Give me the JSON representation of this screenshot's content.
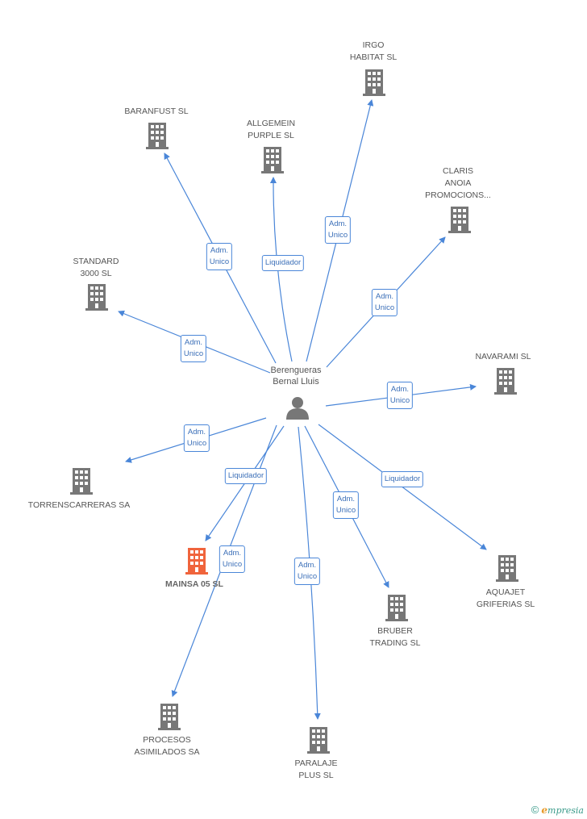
{
  "center": {
    "label": "Berengueras\nBernal Lluis",
    "icon": "person-icon"
  },
  "colors": {
    "edge": "#4a86d8",
    "building": "#777777",
    "highlight": "#f0643c",
    "label": "#555555"
  },
  "nodes": [
    {
      "id": "irgo",
      "label": "IRGO\nHABITAT SL",
      "relation": "Adm.\nUnico"
    },
    {
      "id": "baranfust",
      "label": "BARANFUST SL",
      "relation": "Adm.\nUnico"
    },
    {
      "id": "allgemein",
      "label": "ALLGEMEIN\nPURPLE SL",
      "relation": "Liquidador"
    },
    {
      "id": "claris",
      "label": "CLARIS\nANOIA\nPROMOCIONS...",
      "relation": "Adm.\nUnico"
    },
    {
      "id": "standard",
      "label": "STANDARD\n3000 SL",
      "relation": "Adm.\nUnico"
    },
    {
      "id": "navarami",
      "label": "NAVARAMI SL",
      "relation": "Adm.\nUnico"
    },
    {
      "id": "torrens",
      "label": "TORRENSCARRERAS SA",
      "relation": "Adm.\nUnico"
    },
    {
      "id": "mainsa",
      "label": "MAINSA 05 SL",
      "relation": "Liquidador",
      "highlight": true
    },
    {
      "id": "aquajet",
      "label": "AQUAJET\nGRIFERIAS SL",
      "relation": "Liquidador"
    },
    {
      "id": "bruber",
      "label": "BRUBER\nTRADING SL",
      "relation": "Adm.\nUnico"
    },
    {
      "id": "procesos",
      "label": "PROCESOS\nASIMILADOS SA",
      "relation": "Adm.\nUnico"
    },
    {
      "id": "paralaje",
      "label": "PARALAJE\nPLUS SL",
      "relation": "Adm.\nUnico"
    }
  ],
  "footer": {
    "copyright": "©",
    "brand_initial": "e",
    "brand_rest": "mpresia"
  }
}
